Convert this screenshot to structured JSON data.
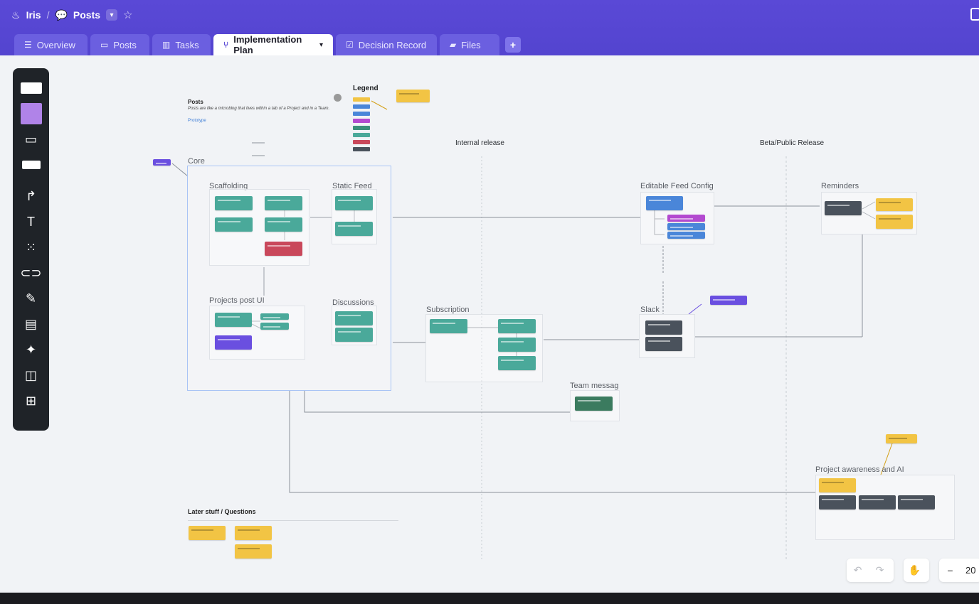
{
  "breadcrumb": {
    "workspace": "Iris",
    "separator": "/",
    "page": "Posts"
  },
  "tabs": [
    {
      "label": "Overview",
      "icon": "list-icon"
    },
    {
      "label": "Posts",
      "icon": "chat-icon"
    },
    {
      "label": "Tasks",
      "icon": "kanban-icon"
    },
    {
      "label": "Implementation Plan",
      "icon": "org-chart-icon",
      "active": true
    },
    {
      "label": "Decision Record",
      "icon": "checklist-icon"
    },
    {
      "label": "Files",
      "icon": "folder-icon"
    }
  ],
  "colors": {
    "accent": "#5a49d6",
    "canvas": "#f1f3f6",
    "toolbar": "#1f2328"
  },
  "toolbar": [
    "cards-icon",
    "sticky-note-icon",
    "devices-icon",
    "card-branch-icon",
    "connector-icon",
    "text-icon",
    "grid-icon",
    "link-icon",
    "pen-icon",
    "frame-icon",
    "sparkle-icon",
    "layout-icon",
    "add-icon"
  ],
  "board": {
    "posts_title": "Posts",
    "posts_desc": "Posts are like a microblog that lives within a tab of a Project and in a Team.",
    "posts_link": "Prototype",
    "legend_title": "Legend",
    "sections": {
      "internal": "Internal release",
      "beta": "Beta/Public Release"
    },
    "frames": {
      "core": "Core",
      "scaffolding": "Scaffolding",
      "static_feed": "Static Feed",
      "projects_post_ui": "Projects post UI",
      "discussions": "Discussions",
      "subscription": "Subscription",
      "team_messages": "Team messag",
      "editable_feed": "Editable Feed Config",
      "reminders": "Reminders",
      "slack": "Slack",
      "project_awareness": "Project awareness and AI"
    },
    "later_title": "Later stuff / Questions"
  },
  "controls": {
    "zoom_value": "20"
  }
}
